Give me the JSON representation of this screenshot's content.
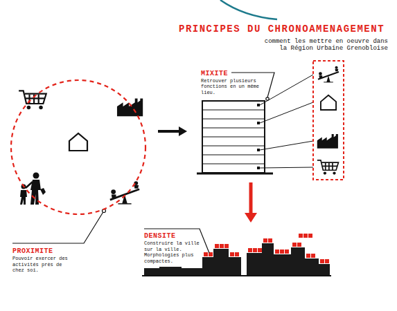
{
  "diagram": {
    "title": "PRINCIPES DU CHRONOAMENAGEMENT",
    "nodes": [
      {
        "text": [
          "PROXIMITE",
          "Pouvoir exercer des activités près de chez soi."
        ]
      },
      {
        "text": [
          "MIXITE",
          "Retrouver plusieurs fonctions en un même lieu."
        ]
      },
      {
        "text": [
          "DENSITE",
          "Construire la ville sur la ville. Morphologies plus compactes."
        ]
      }
    ],
    "edges": [
      {
        "from": 0,
        "to": 1,
        "arrow": "to"
      },
      {
        "from": 1,
        "to": 2,
        "arrow": "to"
      }
    ],
    "labels": [
      "comment les mettre en oeuvre dans la Région Urbaine Grenobloise"
    ]
  }
}
